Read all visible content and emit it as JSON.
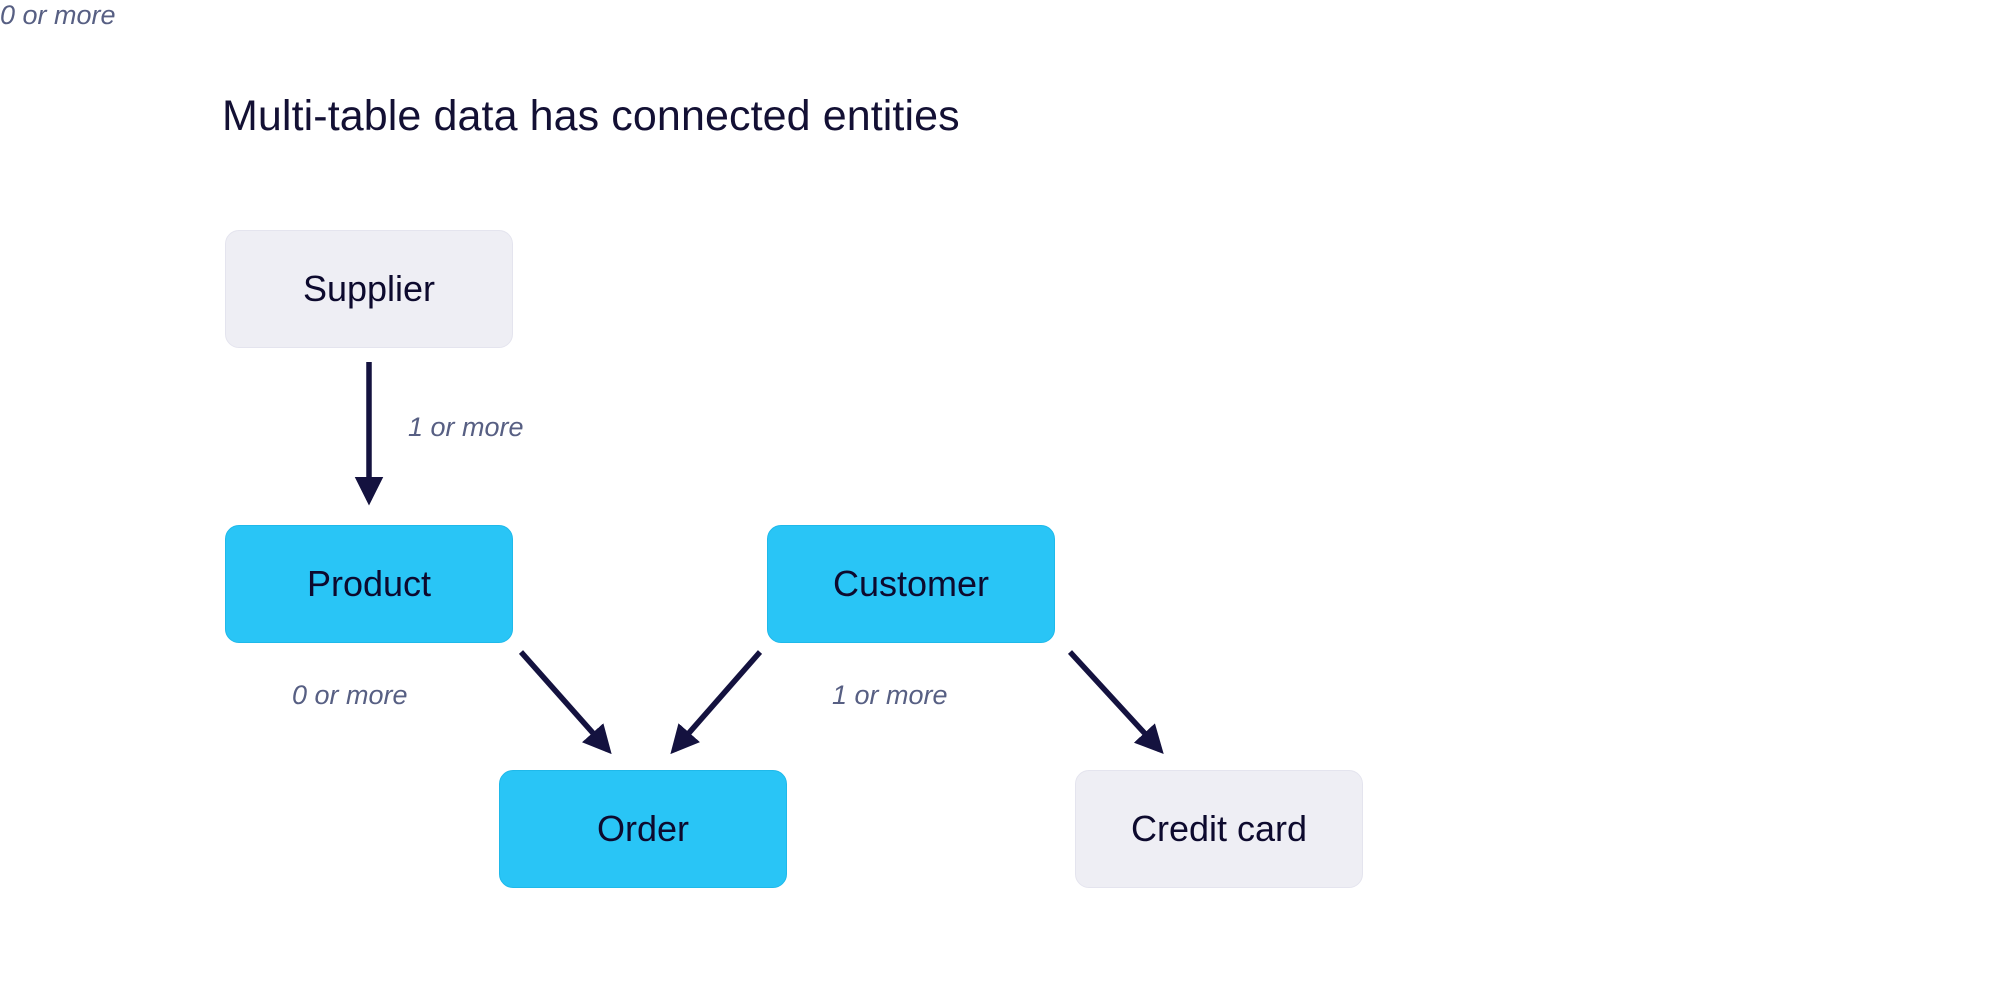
{
  "title": "Multi-table data has connected entities",
  "colors": {
    "background": "#ffffff",
    "title_text": "#131034",
    "node_text": "#0d0a2e",
    "accent_fill": "#29c5f6",
    "accent_border": "#1fb9ea",
    "neutral_fill": "#eeeef4",
    "neutral_border": "#e4e4ee",
    "edge_stroke": "#14123f",
    "edge_label_text": "#575f83"
  },
  "nodes": [
    {
      "id": "supplier",
      "label": "Supplier",
      "style": "neutral"
    },
    {
      "id": "product",
      "label": "Product",
      "style": "accent"
    },
    {
      "id": "customer",
      "label": "Customer",
      "style": "accent"
    },
    {
      "id": "order",
      "label": "Order",
      "style": "accent"
    },
    {
      "id": "credit_card",
      "label": "Credit card",
      "style": "neutral"
    }
  ],
  "edges": [
    {
      "id": "supplier-product",
      "from": "supplier",
      "to": "product",
      "label": "1 or more"
    },
    {
      "id": "product-order",
      "from": "product",
      "to": "order",
      "label": "0 or more"
    },
    {
      "id": "customer-order",
      "from": "customer",
      "to": "order",
      "label": "1 or more"
    },
    {
      "id": "customer-creditcard",
      "from": "customer",
      "to": "credit_card",
      "label": "0 or more"
    }
  ]
}
